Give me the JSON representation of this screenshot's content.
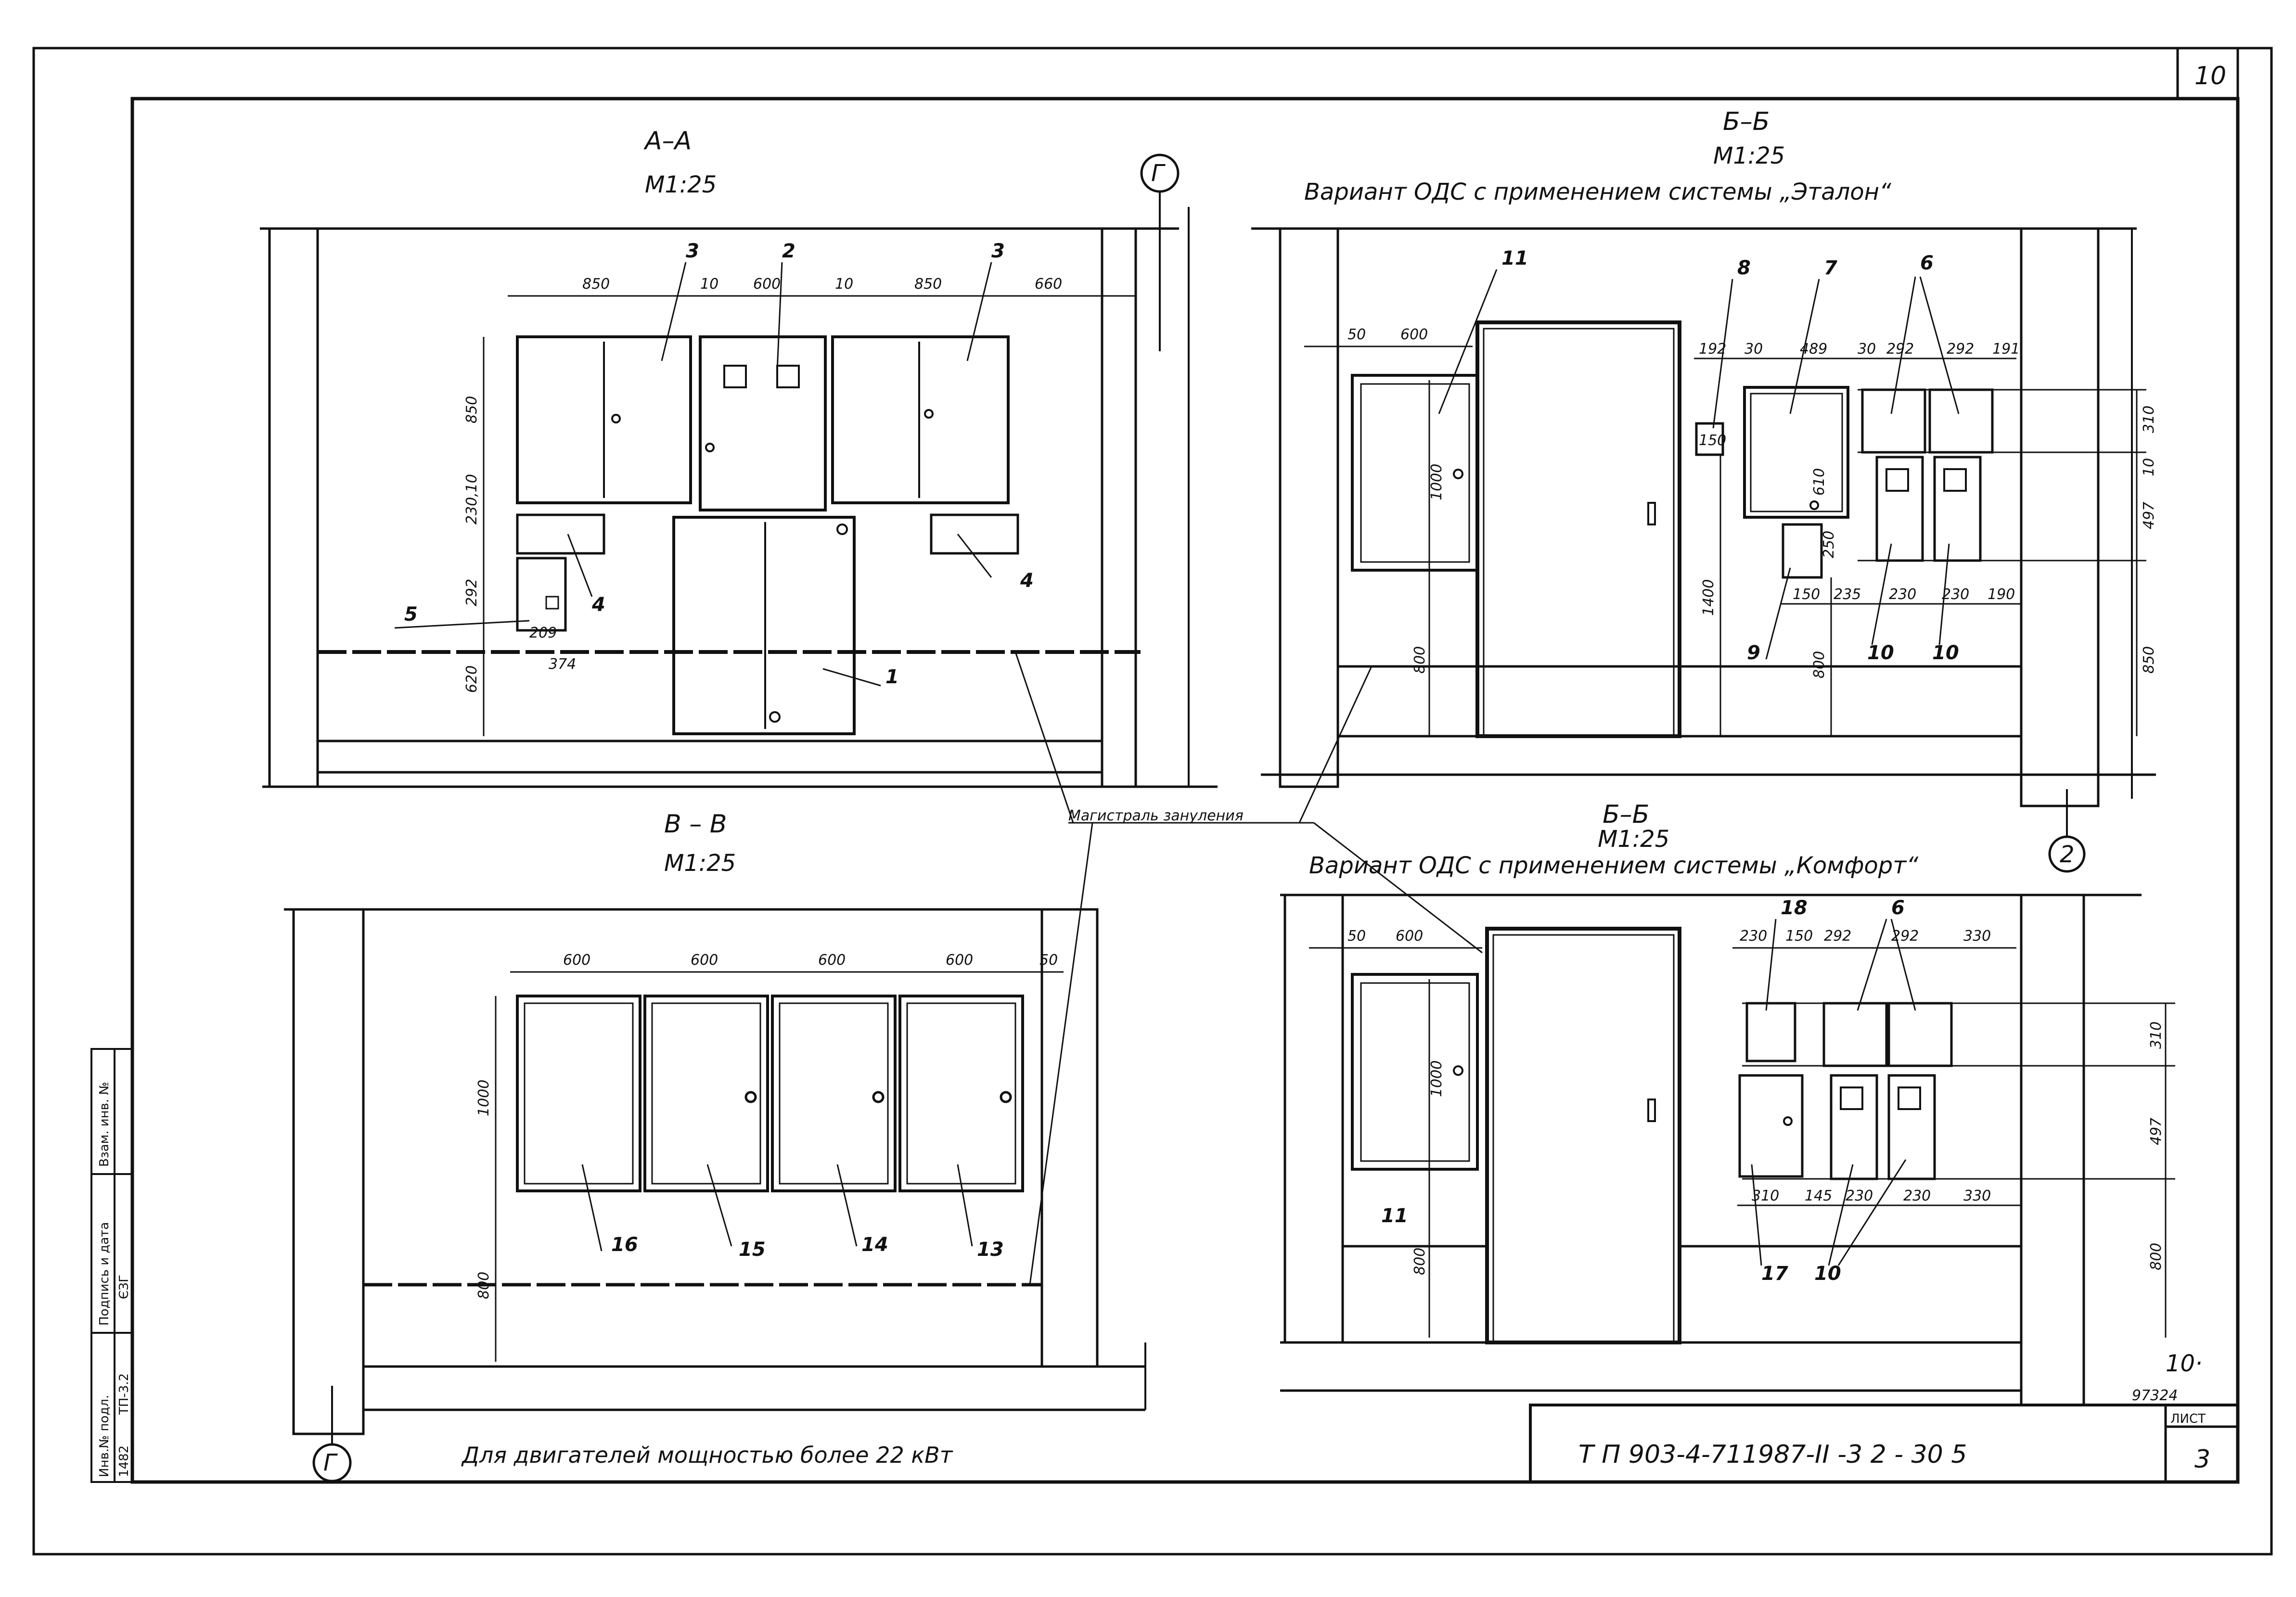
{
  "sheet": {
    "page_number": "10",
    "title_block": "Т П   903-4-711987-II -3 2 - 30 5",
    "list_label": "ЛИСТ",
    "list_number": "3",
    "archive_no_1": "10·",
    "archive_no_2": "97324",
    "footer_note": "Для двигателей мощностью более 22 кВт",
    "bus_label": "Магистраль зануления",
    "stamp": {
      "inv_podl": "Инв.№ подл.",
      "podpis_data": "Подпись и дата",
      "vzam_inv": "Взам. инв. №",
      "inv_value": "1482",
      "code_value": "ТП-3.2",
      "sign_value": "ЄЗГ"
    }
  },
  "views": {
    "aa": {
      "title": "А–А",
      "scale": "М1:25",
      "axis": "Г"
    },
    "bb1": {
      "title": "Б–Б",
      "scale": "М1:25",
      "subtitle": "Вариант ОДС с применением системы „Эталон“"
    },
    "bb2": {
      "title": "Б–Б",
      "scale": "М1:25",
      "subtitle": "Вариант ОДС с применением системы „Комфорт“",
      "axis": "2"
    },
    "vv": {
      "title": "В – В",
      "scale": "М1:25",
      "axis": "Г"
    }
  },
  "dims": {
    "aa": {
      "d850a": "850",
      "d10a": "10",
      "d600": "600",
      "d10b": "10",
      "d850b": "850",
      "d660": "660",
      "v850": "850",
      "v10": "230,10",
      "v292": "292",
      "v209": "209",
      "v374": "374",
      "v620": "620"
    },
    "bb1": {
      "d50": "50",
      "d600": "600",
      "d192": "192",
      "d30": "30",
      "d489": "489",
      "d30b": "30",
      "d292": "292",
      "d292b": "292",
      "d191": "191",
      "v1000": "1000",
      "v800": "800",
      "v1400": "1400",
      "v610": "610",
      "v250": "250",
      "v800b": "800",
      "v310": "310",
      "v10": "10",
      "v497": "497",
      "v850": "850",
      "h150": "150",
      "h235": "235",
      "h230": "230",
      "h230b": "230",
      "h190": "190",
      "s150": "150"
    },
    "vv": {
      "d600a": "600",
      "d600b": "600",
      "d600c": "600",
      "d600d": "600",
      "d50": "50",
      "v1000": "1000",
      "v800": "800"
    },
    "bb2": {
      "d50": "50",
      "d600": "600",
      "d230": "230",
      "d150": "150",
      "d292": "292",
      "d292b": "292",
      "d330": "330",
      "v1000": "1000",
      "v800": "800",
      "v310": "310",
      "v497": "497",
      "v800b": "800",
      "h310": "310",
      "h145": "145",
      "h230": "230",
      "h230b": "230",
      "h330": "330"
    }
  },
  "callouts": {
    "aa": {
      "c1": "1",
      "c2": "2",
      "c3a": "3",
      "c3b": "3",
      "c4a": "4",
      "c4b": "4",
      "c5": "5"
    },
    "bb1": {
      "c11": "11",
      "c8": "8",
      "c7": "7",
      "c6": "6",
      "c9": "9",
      "c10a": "10",
      "c10b": "10"
    },
    "vv": {
      "c16": "16",
      "c15": "15",
      "c14": "14",
      "c13": "13"
    },
    "bb2": {
      "c18": "18",
      "c6": "6",
      "c11": "11",
      "c17": "17",
      "c10": "10"
    }
  }
}
